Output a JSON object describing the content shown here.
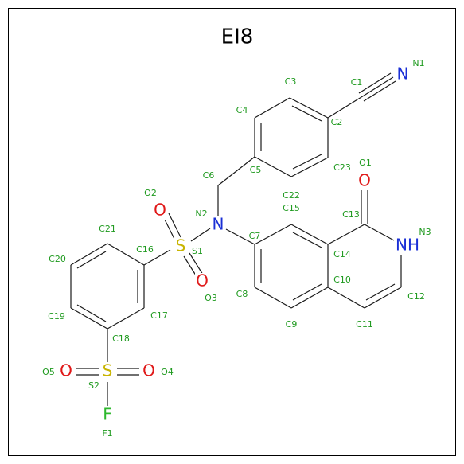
{
  "title": "EI8",
  "colors": {
    "bond": "#1a1a1a",
    "label": "#1f9a1f",
    "nitrogen": "#1a2fd6",
    "oxygen": "#e01818",
    "sulfur": "#c8b400",
    "fluorine": "#2eb82e",
    "frame": "#000000"
  },
  "atoms": {
    "n1": {
      "sym": "N",
      "label": "N1"
    },
    "c1": {
      "label": "C1"
    },
    "c2": {
      "label": "C2"
    },
    "c3": {
      "label": "C3"
    },
    "c4": {
      "label": "C4"
    },
    "c5": {
      "label": "C5"
    },
    "c6": {
      "label": "C6"
    },
    "c7": {
      "label": "C7"
    },
    "c8": {
      "label": "C8"
    },
    "c9": {
      "label": "C9"
    },
    "c10": {
      "label": "C10"
    },
    "c11": {
      "label": "C11"
    },
    "c12": {
      "label": "C12"
    },
    "c13": {
      "label": "C13"
    },
    "c14": {
      "label": "C14"
    },
    "c15": {
      "label": "C15"
    },
    "c16": {
      "label": "C16"
    },
    "c17": {
      "label": "C17"
    },
    "c18": {
      "label": "C18"
    },
    "c19": {
      "label": "C19"
    },
    "c20": {
      "label": "C20"
    },
    "c21": {
      "label": "C21"
    },
    "c22": {
      "label": "C22"
    },
    "c23": {
      "label": "C23"
    },
    "n2": {
      "sym": "N",
      "label": "N2"
    },
    "n3": {
      "sym": "NH",
      "label": "N3"
    },
    "o1": {
      "sym": "O",
      "label": "O1"
    },
    "o2": {
      "sym": "O",
      "label": "O2"
    },
    "o3": {
      "sym": "O",
      "label": "O3"
    },
    "o4": {
      "sym": "O",
      "label": "O4"
    },
    "o5": {
      "sym": "O",
      "label": "O5"
    },
    "s1": {
      "sym": "S",
      "label": "S1"
    },
    "s2": {
      "sym": "S",
      "label": "S2"
    },
    "f1": {
      "sym": "F",
      "label": "F1"
    }
  }
}
